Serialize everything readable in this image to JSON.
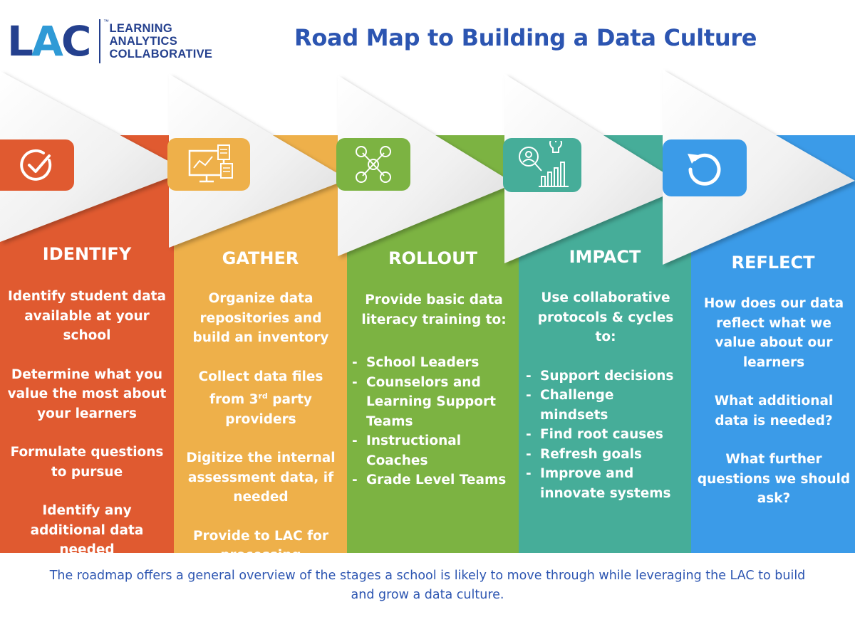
{
  "header": {
    "logo": {
      "mark_l": "L",
      "mark_a": "A",
      "mark_c": "C",
      "trademark": "™",
      "lines": [
        "LEARNING",
        "ANALYTICS",
        "COLLABORATIVE"
      ]
    },
    "title": "Road Map to Building a Data Culture"
  },
  "stages": [
    {
      "title": "IDENTIFY",
      "color": "#e05a30",
      "icon": "checkmark-circle-icon",
      "paragraphs": [
        "Identify student data available at your school",
        "Determine what you value the most about your learners",
        "Formulate questions to pursue",
        "Identify any additional data needed"
      ]
    },
    {
      "title": "GATHER",
      "color": "#eeb04a",
      "icon": "computer-documents-icon",
      "paragraphs": [
        "Organize data repositories and build an inventory",
        "Collect data files from 3rd party providers",
        "Digitize the internal assessment data, if needed",
        "Provide to LAC for processing"
      ]
    },
    {
      "title": "ROLLOUT",
      "color": "#7cb342",
      "icon": "network-people-icon",
      "intro": "Provide basic data literacy training to:",
      "bullets": [
        "School Leaders",
        "Counselors and Learning Support Teams",
        "Instructional Coaches",
        "Grade Level Teams"
      ]
    },
    {
      "title": "IMPACT",
      "color": "#46ad99",
      "icon": "analytics-insight-icon",
      "intro": "Use collaborative protocols & cycles to:",
      "bullets": [
        "Support decisions",
        "Challenge mindsets",
        "Find root causes",
        "Refresh goals",
        "Improve and innovate systems"
      ]
    },
    {
      "title": "REFLECT",
      "color": "#3b9be8",
      "icon": "refresh-arrow-icon",
      "paragraphs": [
        "How does our data reflect what we value about our learners",
        "What additional data is needed?",
        "What further questions we should ask?"
      ]
    }
  ],
  "colors": {
    "title_blue": "#2c55b1",
    "logo_navy": "#24408e",
    "logo_light": "#2f9ad6",
    "chevron_light": "#f2f2f2",
    "chevron_shadow": "#c9c9c9"
  },
  "footer": {
    "text": "The roadmap offers a general overview of the stages a school is likely to move through while leveraging the LAC to build and grow a data culture."
  }
}
